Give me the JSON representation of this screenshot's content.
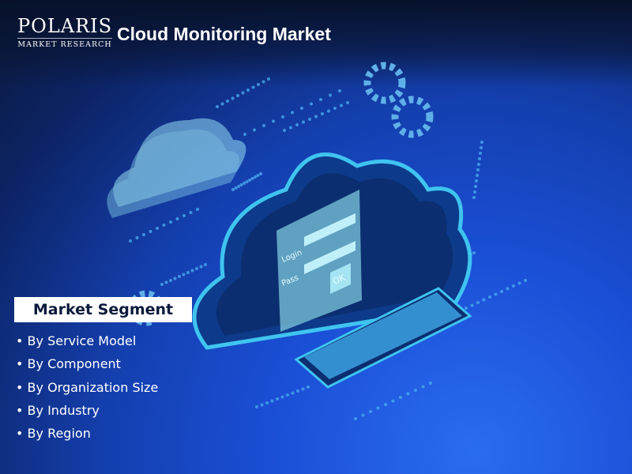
{
  "logo": {
    "brand": "POLARIS",
    "subtitle": "MARKET RESEARCH"
  },
  "title": "Cloud Monitoring Market",
  "illustration": {
    "login_label": "Login",
    "pass_label": "Pass",
    "ok_label": "OK"
  },
  "segment": {
    "heading": "Market Segment",
    "items": [
      "By Service Model",
      "By Component",
      "By Organization Size",
      "By Industry",
      "By Region"
    ]
  },
  "colors": {
    "accent": "#1a4fd6",
    "cloud": "#6fd0f0",
    "heading_bg": "#ffffff"
  }
}
